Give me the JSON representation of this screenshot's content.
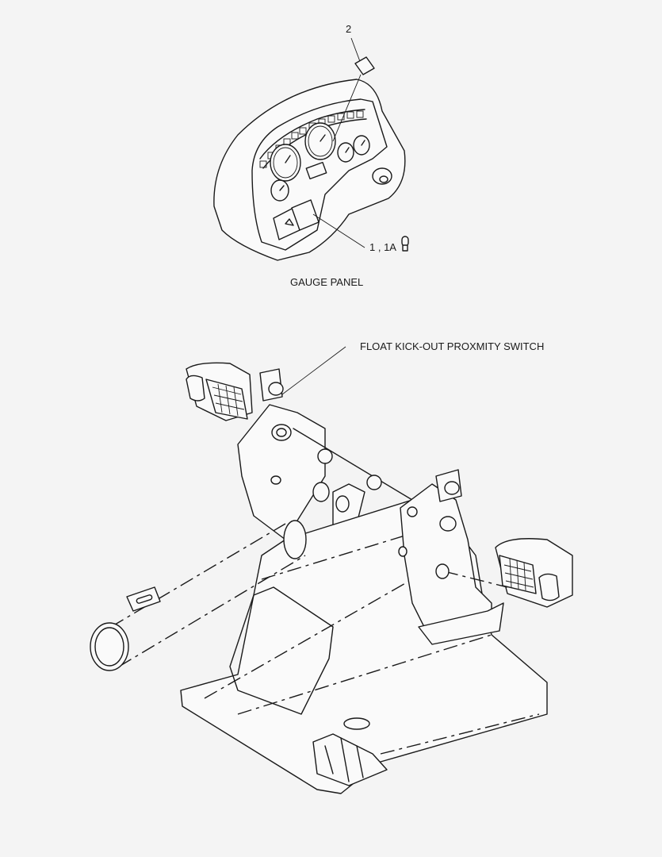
{
  "callouts": {
    "item_2": "2",
    "item_1_1a": "1 , 1A",
    "gauge_panel": "GAUGE PANEL",
    "float_switch": "FLOAT KICK-OUT PROXMITY SWITCH"
  },
  "colors": {
    "line": "#1a1a1a",
    "background": "#f4f4f4"
  },
  "icons": {
    "bulb": "bulb-icon"
  }
}
